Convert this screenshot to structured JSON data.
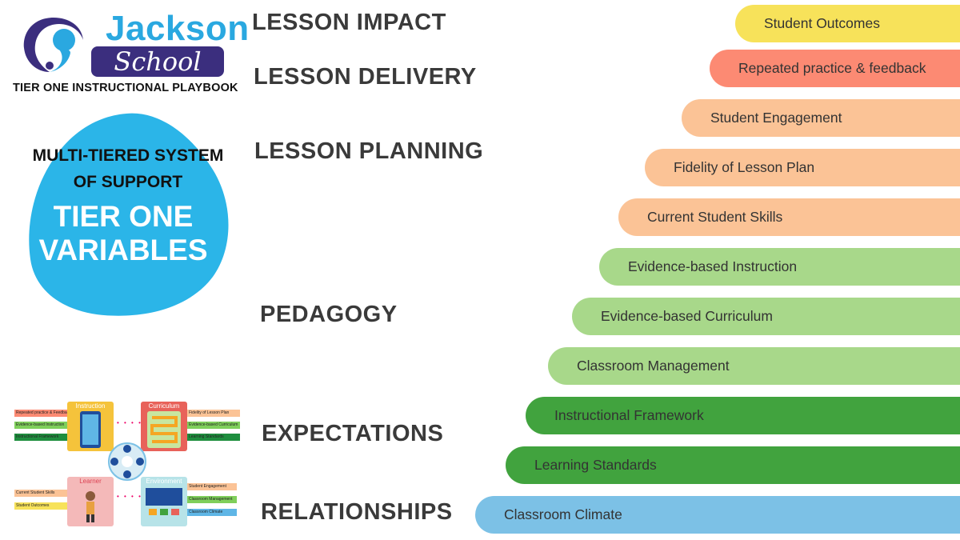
{
  "logo": {
    "name_top": "Jackson",
    "name_bottom": "School",
    "tagline": "TIER ONE INSTRUCTIONAL PLAYBOOK"
  },
  "badge": {
    "subtitle_line1": "MULTI-TIERED SYSTEM",
    "subtitle_line2": "OF SUPPORT",
    "title_line1": "TIER ONE",
    "title_line2": "VARIABLES",
    "color": "#2bb5e8"
  },
  "headings": [
    {
      "label": "LESSON IMPACT"
    },
    {
      "label": "LESSON DELIVERY"
    },
    {
      "label": "LESSON PLANNING"
    },
    {
      "label": "PEDAGOGY"
    },
    {
      "label": "EXPECTATIONS"
    },
    {
      "label": "RELATIONSHIPS"
    }
  ],
  "bars": [
    {
      "label": "Student Outcomes",
      "color": "#f7e25a"
    },
    {
      "label": "Repeated practice & feedback",
      "color": "#fc8a73"
    },
    {
      "label": "Student Engagement",
      "color": "#fbc396"
    },
    {
      "label": "Fidelity of Lesson Plan",
      "color": "#fbc396"
    },
    {
      "label": "Current Student Skills",
      "color": "#fbc396"
    },
    {
      "label": "Evidence-based Instruction",
      "color": "#a8d88a"
    },
    {
      "label": "Evidence-based Curriculum",
      "color": "#a8d88a"
    },
    {
      "label": "Classroom Management",
      "color": "#a8d88a"
    },
    {
      "label": "Instructional Framework",
      "color": "#41a33e"
    },
    {
      "label": "Learning Standards",
      "color": "#41a33e"
    },
    {
      "label": "Classroom Climate",
      "color": "#7cc1e6"
    }
  ],
  "mini_diagram": {
    "boxes": [
      {
        "title": "Instruction",
        "color": "#f5c33b"
      },
      {
        "title": "Curriculum",
        "color": "#e8625a"
      },
      {
        "title": "Learner",
        "color": "#f4b9b9"
      },
      {
        "title": "Environment",
        "color": "#b7e3e8"
      }
    ],
    "left_top_labels": [
      {
        "label": "Repeated practice & Feedback",
        "color": "#fc8a73"
      },
      {
        "label": "Evidence-based Instruction",
        "color": "#7fcf5b"
      },
      {
        "label": "Instructional Framework",
        "color": "#1e8e3e"
      }
    ],
    "right_top_labels": [
      {
        "label": "Fidelity of Lesson Plan",
        "color": "#fbc396"
      },
      {
        "label": "Evidence-based Curriculum",
        "color": "#7fcf5b"
      },
      {
        "label": "Learning Standards",
        "color": "#1e8e3e"
      }
    ],
    "left_bottom_labels": [
      {
        "label": "Current Student Skills",
        "color": "#fbc396"
      },
      {
        "label": "Student Outcomes",
        "color": "#f7e25a"
      }
    ],
    "right_bottom_labels": [
      {
        "label": "Student Engagement",
        "color": "#fbc396"
      },
      {
        "label": "Classroom Management",
        "color": "#7fcf5b"
      },
      {
        "label": "Classroom Climate",
        "color": "#5fb6e6"
      }
    ]
  }
}
